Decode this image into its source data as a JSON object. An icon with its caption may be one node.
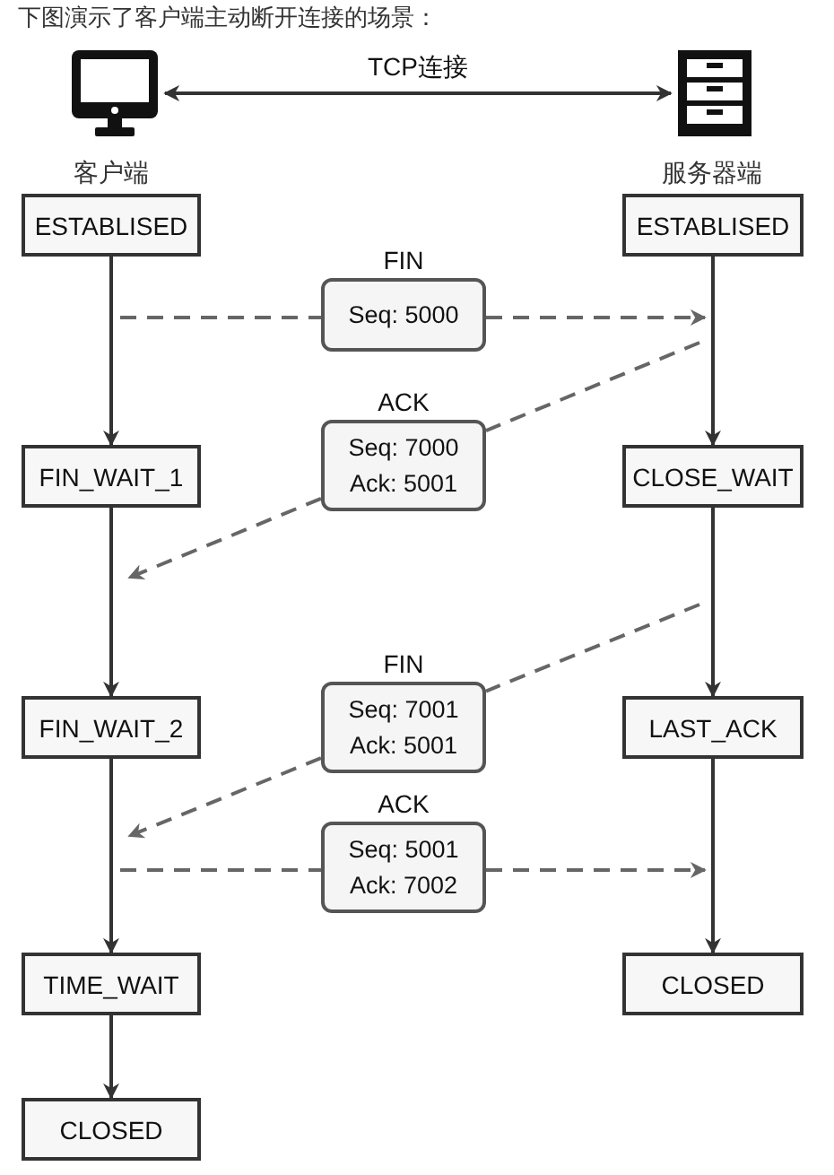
{
  "diagram": {
    "title": "下图演示了客户端主动断开连接的场景：",
    "nodes": [
      {
        "text": [],
        "shape": "computer"
      },
      {
        "text": [],
        "shape": "server"
      },
      {
        "text": [
          "ESTABLISED"
        ]
      },
      {
        "text": [
          "ESTABLISED"
        ]
      },
      {
        "text": [
          "FIN",
          "Seq: 5000"
        ]
      },
      {
        "text": [
          "ACK",
          "Seq: 7000 Ack: 5001"
        ]
      },
      {
        "text": [
          "FIN_WAIT_1"
        ]
      },
      {
        "text": [
          "CLOSE_WAIT"
        ]
      },
      {
        "text": [
          "FIN",
          "Seq: 7001 Ack: 5001"
        ]
      },
      {
        "text": [
          "FIN_WAIT_2"
        ]
      },
      {
        "text": [
          "LAST_ACK"
        ]
      },
      {
        "text": [
          "ACK",
          "Seq: 5001 Ack: 7002"
        ]
      },
      {
        "text": [
          "TIME_WAIT"
        ]
      },
      {
        "text": [
          "CLOSED"
        ]
      },
      {
        "text": [
          "CLOSED"
        ]
      }
    ],
    "edges": [
      {
        "from": 0,
        "to": 1,
        "arrow": "both",
        "label": "TCP连接"
      },
      {
        "from": 2,
        "to": 6,
        "arrow": "to"
      },
      {
        "from": 6,
        "to": 9,
        "arrow": "to"
      },
      {
        "from": 9,
        "to": 12,
        "arrow": "to"
      },
      {
        "from": 12,
        "to": 14,
        "arrow": "to"
      },
      {
        "from": 3,
        "to": 7,
        "arrow": "to"
      },
      {
        "from": 7,
        "to": 10,
        "arrow": "to"
      },
      {
        "from": 10,
        "to": 13,
        "arrow": "to"
      },
      {
        "from": null,
        "to": 4,
        "arrow": "none",
        "style": "dashed",
        "color": "#666666"
      },
      {
        "from": 4,
        "to": null,
        "arrow": "to",
        "style": "dashed",
        "color": "#666666"
      },
      {
        "from": null,
        "to": 5,
        "arrow": "none",
        "style": "dashed",
        "color": "#666666"
      },
      {
        "from": 5,
        "to": null,
        "arrow": "to",
        "style": "dashed",
        "color": "#666666"
      },
      {
        "from": null,
        "to": 8,
        "arrow": "none",
        "style": "dashed",
        "color": "#666666"
      },
      {
        "from": 8,
        "to": null,
        "arrow": "to",
        "style": "dashed",
        "color": "#666666"
      },
      {
        "from": null,
        "to": 11,
        "arrow": "none",
        "style": "dashed",
        "color": "#666666"
      },
      {
        "from": 11,
        "to": null,
        "arrow": "to",
        "style": "dashed",
        "color": "#666666"
      }
    ],
    "labels": [
      "客户端",
      "服务器端"
    ]
  }
}
